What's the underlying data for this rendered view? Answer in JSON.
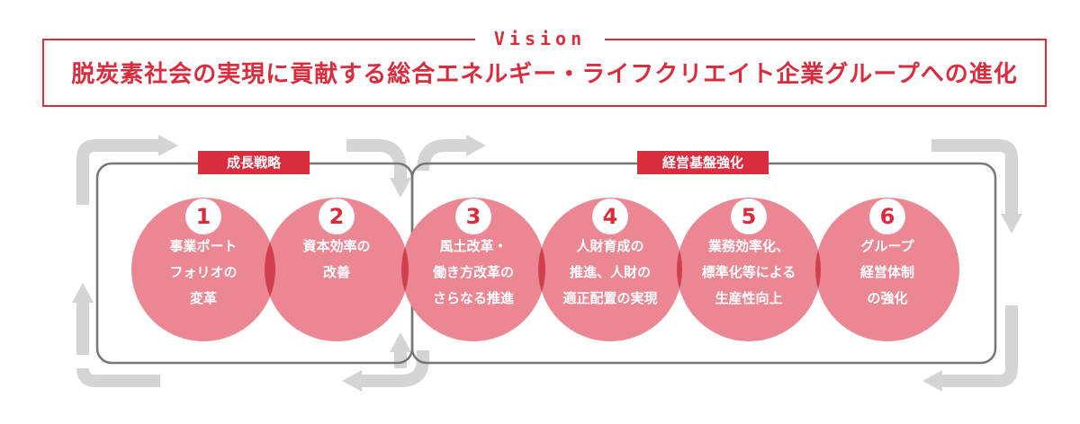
{
  "vision": {
    "label": "Vision",
    "statement": "脱炭素社会の実現に貢献する総合エネルギー・ライフクリエイト企業グループへの進化"
  },
  "groups": {
    "growth_label": "成長戦略",
    "base_label": "経営基盤強化"
  },
  "items": [
    {
      "number": "1",
      "text": "事業ポート\nフォリオの\n変革"
    },
    {
      "number": "2",
      "text": "資本効率の\n改善"
    },
    {
      "number": "3",
      "text": "風土改革・\n働き方改革の\nさらなる推進"
    },
    {
      "number": "4",
      "text": "人財育成の\n推進、人財の\n適正配置の実現"
    },
    {
      "number": "5",
      "text": "業務効率化、\n標準化等による\n生産性向上"
    },
    {
      "number": "6",
      "text": "グループ\n経営体制\nの強化"
    }
  ],
  "colors": {
    "accent": "#d92d3e",
    "circle": "#ea8793",
    "circle_overlap": "#d13e4f",
    "frame": "#777777",
    "arrow": "#d4d4d4"
  }
}
